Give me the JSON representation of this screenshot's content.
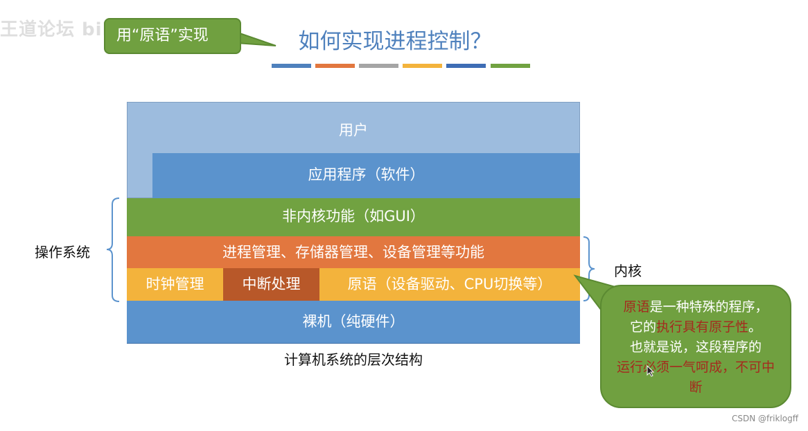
{
  "watermark": "王道论坛 bilibili",
  "callout_top": "用“原语”实现",
  "title": "如何实现进程控制？",
  "title_bar_colors": [
    "#4f81bd",
    "#e2773f",
    "#a5a5a5",
    "#f3b33c",
    "#3e6db5",
    "#71a241"
  ],
  "layers": {
    "user": "用户",
    "app": "应用程序（软件）",
    "non_kernel": "非内核功能（如GUI）",
    "process_mgmt": "进程管理、存储器管理、设备管理等功能",
    "clock": "时钟管理",
    "interrupt": "中断处理",
    "primitive": "原语（设备驱动、CPU切换等）",
    "bare_machine": "裸机（纯硬件）"
  },
  "caption": "计算机系统的层次结构",
  "os_label": "操作系统",
  "kernel_label": "内核",
  "callout_big": {
    "p1_red": "原语",
    "p1": "是一种特殊的程序，",
    "p2": "它的",
    "p2_red": "执行具有原子性",
    "p2_end": "。",
    "p3": "也就是说，这段程序的",
    "p4_red": "运行必须一气呵成，不可中断"
  },
  "csdn": "CSDN @friklogff"
}
